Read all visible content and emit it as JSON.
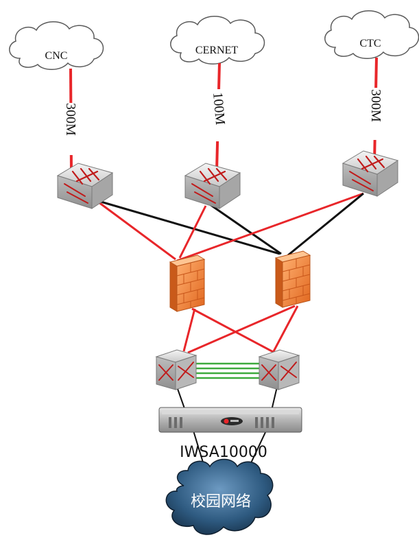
{
  "isps": [
    {
      "name": "CNC",
      "bandwidth": "300M"
    },
    {
      "name": "CERNET",
      "bandwidth": "100M"
    },
    {
      "name": "CTC",
      "bandwidth": "300M"
    }
  ],
  "appliance": {
    "label": "IWSA10000"
  },
  "campus": {
    "label": "校园网络"
  },
  "colors": {
    "primary_link": "#e8262a",
    "secondary_link": "#111111",
    "stack_link": "#3daa3d",
    "firewall": "#f08a3c",
    "campus_cloud": "#2f5a7e"
  },
  "icons": {
    "router": "router-icon",
    "firewall": "firewall-icon",
    "core_switch": "core-switch-icon",
    "appliance": "server-rack-icon"
  }
}
